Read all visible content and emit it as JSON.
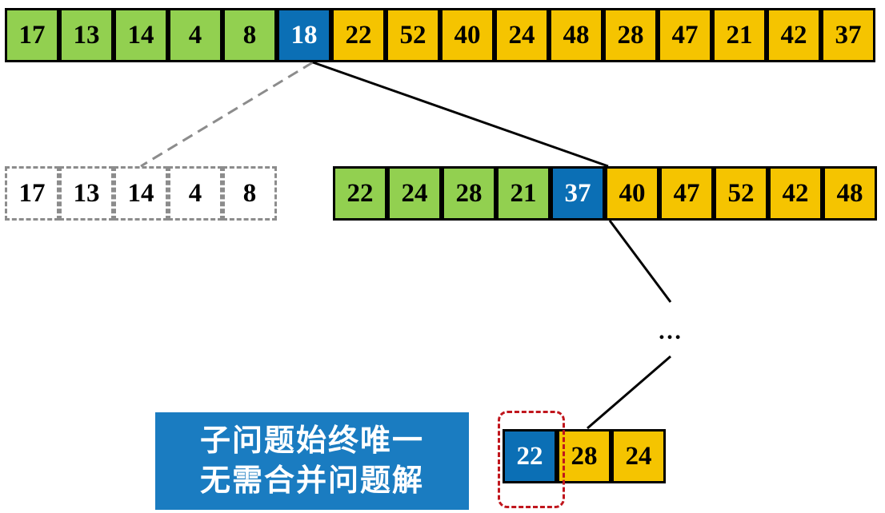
{
  "row1": [
    {
      "v": "17",
      "c": "green"
    },
    {
      "v": "13",
      "c": "green"
    },
    {
      "v": "14",
      "c": "green"
    },
    {
      "v": "4",
      "c": "green"
    },
    {
      "v": "8",
      "c": "green"
    },
    {
      "v": "18",
      "c": "pivot"
    },
    {
      "v": "22",
      "c": "yellow"
    },
    {
      "v": "52",
      "c": "yellow"
    },
    {
      "v": "40",
      "c": "yellow"
    },
    {
      "v": "24",
      "c": "yellow"
    },
    {
      "v": "48",
      "c": "yellow"
    },
    {
      "v": "28",
      "c": "yellow"
    },
    {
      "v": "47",
      "c": "yellow"
    },
    {
      "v": "21",
      "c": "yellow"
    },
    {
      "v": "42",
      "c": "yellow"
    },
    {
      "v": "37",
      "c": "yellow"
    }
  ],
  "discarded": [
    "17",
    "13",
    "14",
    "4",
    "8"
  ],
  "row2": [
    {
      "v": "22",
      "c": "green"
    },
    {
      "v": "24",
      "c": "green"
    },
    {
      "v": "28",
      "c": "green"
    },
    {
      "v": "21",
      "c": "green"
    },
    {
      "v": "37",
      "c": "pivot"
    },
    {
      "v": "40",
      "c": "yellow"
    },
    {
      "v": "47",
      "c": "yellow"
    },
    {
      "v": "52",
      "c": "yellow"
    },
    {
      "v": "42",
      "c": "yellow"
    },
    {
      "v": "48",
      "c": "yellow"
    }
  ],
  "ellipsis": "…",
  "row3": [
    {
      "v": "22",
      "c": "pivot"
    },
    {
      "v": "28",
      "c": "yellow"
    },
    {
      "v": "24",
      "c": "yellow"
    }
  ],
  "note": {
    "line1": "子问题始终唯一",
    "line2": "无需合并问题解"
  },
  "colors": {
    "green": "#92d050",
    "yellow": "#f5c400",
    "pivot": "#0b6fb5",
    "note_bg": "#1a7cc1",
    "highlight": "#c0161d"
  }
}
